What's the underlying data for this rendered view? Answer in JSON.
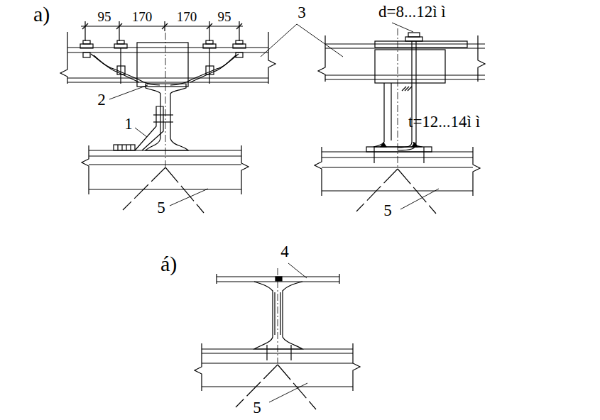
{
  "diagram": {
    "labels": [
      "a)",
      "95",
      "170",
      "170",
      "95",
      "3",
      "d=8...12ì ì",
      "2",
      "1",
      "t=12...14ì ì",
      "5",
      "5",
      "á)",
      "4",
      "5"
    ]
  }
}
